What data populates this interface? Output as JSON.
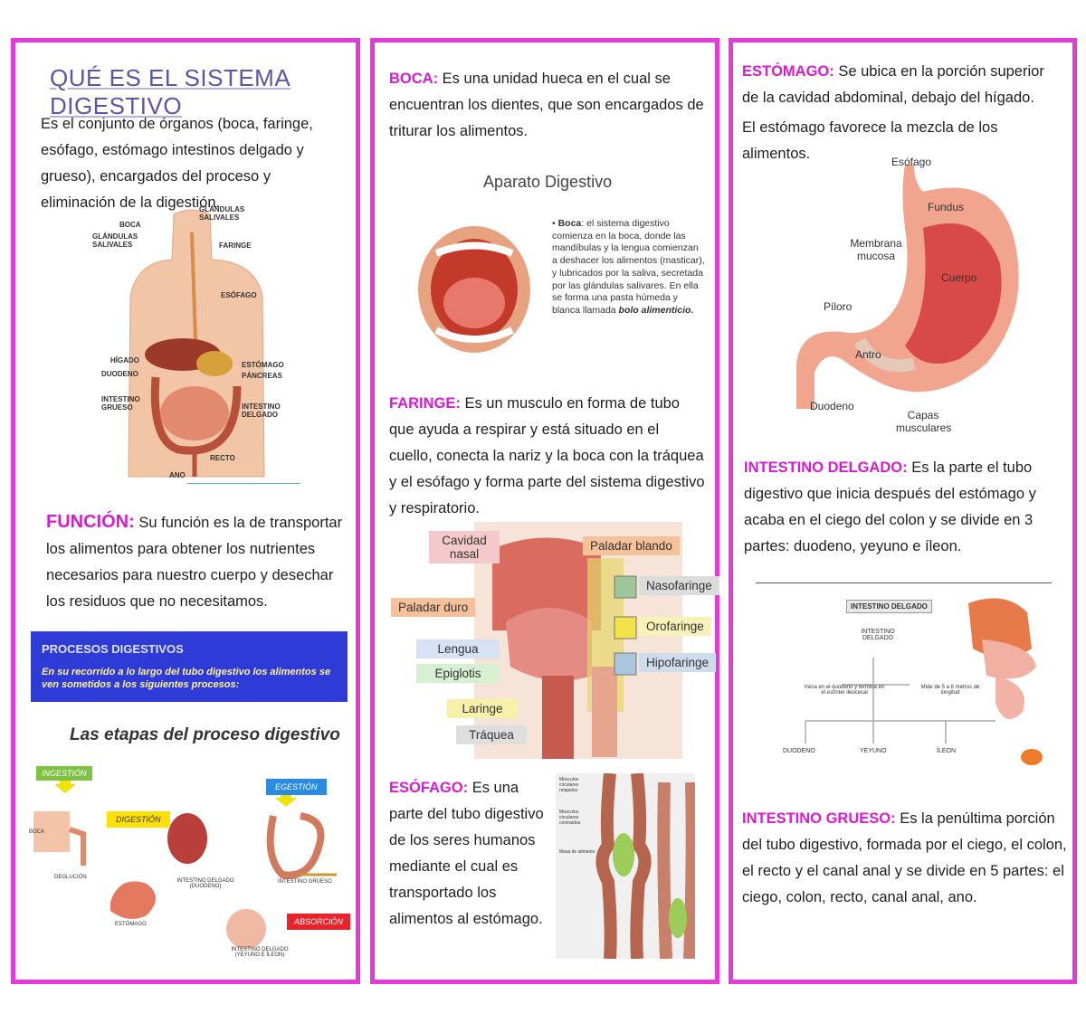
{
  "panel1": {
    "title": "QUÉ ES EL SISTEMA DIGESTIVO",
    "intro": "Es el conjunto de órganos (boca, faringe, esófago, estómago intestinos delgado y grueso), encargados del proceso y eliminación de la digestión.",
    "diagram_labels": {
      "glandulas_top": "GLÁNDULAS SALIVALES",
      "boca": "BOCA",
      "glandulas_left": "GLÁNDULAS SALIVALES",
      "faringe": "FARINGE",
      "esofago": "ESÓFAGO",
      "higado": "HÍGADO",
      "duodeno": "DUODENO",
      "estomago": "ESTÓMAGO",
      "pancreas": "PÁNCREAS",
      "intestino_grueso": "INTESTINO GRUESO",
      "intestino_delgado": "INTESTINO DELGADO",
      "recto": "RECTO",
      "ano": "ANO"
    },
    "funcion_label": "FUNCIÓN:",
    "funcion_text": "Su función es la de transportar los alimentos para obtener los nutrientes necesarios para nuestro cuerpo y desechar los residuos que no necesitamos.",
    "procesos": {
      "title": "PROCESOS DIGESTIVOS",
      "text": "En su recorrido a lo largo del tubo digestivo los alimentos se ven sometidos a los siguientes procesos:",
      "bg": "#2f3bd6"
    },
    "etapas": {
      "title": "Las etapas del proceso digestivo",
      "ingestion": "INGESTIÓN",
      "digestion": "DIGESTIÓN",
      "egestion": "EGESTIÓN",
      "absorcion": "ABSORCIÓN",
      "boca": "BOCA",
      "deglucion": "DEGLUCIÓN",
      "estomago": "ESTÓMAGO",
      "intestino_delgado_duodeno": "INTESTINO DELGADO (DUODENO)",
      "intestino_grueso": "INTESTINO GRUESO",
      "intestino_delgado_yeyuno": "INTESTINO DELGADO (YEYUNO E ÍLEON)"
    }
  },
  "panel2": {
    "boca_label": "BOCA:",
    "boca_text": "Es una unidad hueca en el cual se encuentran los dientes, que son encargados de triturar los alimentos.",
    "aparato_title": "Aparato Digestivo",
    "aparato_bullet_bold": "Boca",
    "aparato_bullet": ": el sistema digestivo comienza en la boca, donde las mandíbulas y la lengua comienzan a deshacer los alimentos (masticar), y lubricados por la saliva, secretada por las glándulas salivares. En ella se forma una pasta húmeda y blanca llamada ",
    "aparato_bullet_end": "bolo alimenticio.",
    "faringe_label": "FARINGE:",
    "faringe_text": "Es un musculo en forma de tubo que ayuda a respirar y está situado en el cuello, conecta la nariz y la boca con la tráquea y el esófago y forma parte del sistema digestivo y respiratorio.",
    "faringe_diagram": {
      "cavidad_nasal": "Cavidad nasal",
      "paladar_blando": "Paladar blando",
      "paladar_duro": "Paladar duro",
      "nasofaringe": "Nasofaringe",
      "orofaringe": "Orofaringe",
      "hipofaringe": "Hipofaringe",
      "lengua": "Lengua",
      "epiglotis": "Epiglotis",
      "laringe": "Laringe",
      "traquea": "Tráquea"
    },
    "esofago_label": "ESÓFAGO:",
    "esofago_text": "Es una parte del tubo digestivo de los seres humanos mediante el cual es transportado los alimentos al estómago.",
    "esofago_diagram": {
      "musculos_relajados": "Músculos circulares relajados",
      "musculos_contraidos": "Músculos circulares contraídos",
      "masa_alimento": "Masa de alimento"
    }
  },
  "panel3": {
    "estomago_label": "ESTÓMAGO:",
    "estomago_text": "Se ubica en la porción superior de la cavidad abdominal, debajo del hígado.",
    "estomago_text2": "El estómago favorece la mezcla de los alimentos.",
    "estomago_diagram": {
      "esofago": "Esófago",
      "fundus": "Fundus",
      "membrana": "Membrana mucosa",
      "cuerpo": "Cuerpo",
      "piloro": "Píloro",
      "antro": "Antro",
      "duodeno": "Duodeno",
      "capas": "Capas musculares"
    },
    "delgado_label": "INTESTINO DELGADO:",
    "delgado_text": "Es la parte el tubo digestivo que inicia después del estómago y acaba en el ciego del colon y se divide en 3 partes: duodeno, yeyuno e íleon.",
    "delgado_diagram": {
      "header": "INTESTINO DELGADO",
      "center": "INTESTINO DELGADO",
      "left_note": "Inicia en el duodeno y termina en el esfínter ileocecal",
      "right_note": "Mide de 5 a 6 metros de longitud",
      "duodeno": "DUODENO",
      "yeyuno": "YEYUNO",
      "ileon": "ÍLEON"
    },
    "grueso_label": "INTESTINO GRUESO:",
    "grueso_text": "Es la penúltima porción del tubo digestivo, formada por el ciego, el colon, el recto y el canal anal y se divide en 5 partes: el ciego, colon, recto, canal anal, ano."
  },
  "colors": {
    "border": "#e53ad9",
    "keyword": "#d81ad0",
    "title": "#5a55a8"
  }
}
